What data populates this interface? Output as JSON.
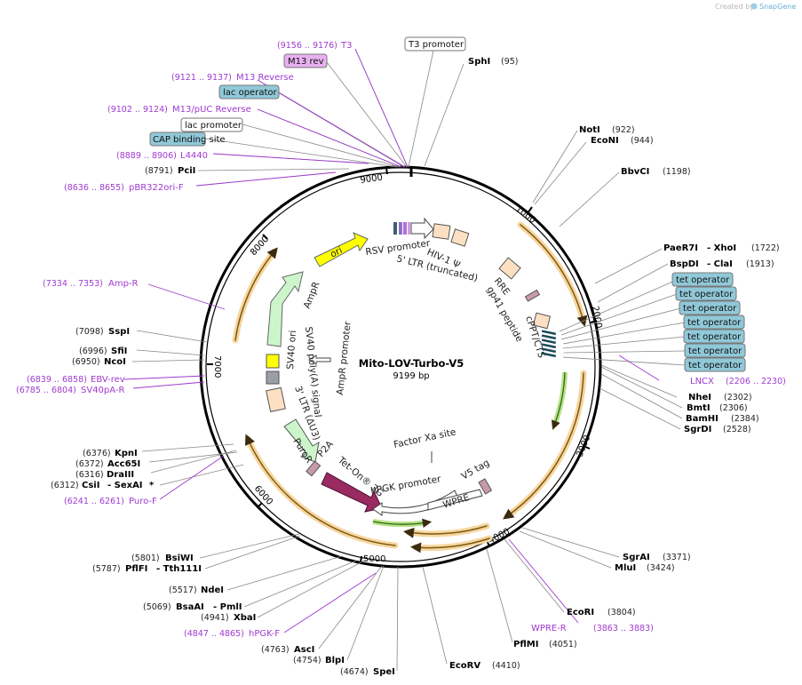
{
  "header": {
    "credit_prefix": "Created by",
    "credit_app": "SnapGene"
  },
  "plasmid": {
    "name": "Mito-LOV-Turbo-V5",
    "length": "9199 bp"
  },
  "ticks": [
    "1000",
    "2000",
    "3000",
    "4000",
    "5000",
    "6000",
    "7000",
    "8000",
    "9000"
  ],
  "labels": {
    "t3_pos": "(9156 .. 9176)",
    "t3": "T3",
    "t3_promoter": "T3 promoter",
    "m13rev": "M13 rev",
    "m13rev_f_pos": "(9121 .. 9137)",
    "m13rev_f": "M13 Reverse",
    "lac_operator": "lac operator",
    "m13puc_pos": "(9102 .. 9124)",
    "m13puc": "M13/pUC Reverse",
    "lac_promoter": "lac promoter",
    "cap_site": "CAP binding site",
    "l4440_pos": "(8889 .. 8906)",
    "l4440": "L4440",
    "pcii_pos": "(8791)",
    "pcii": "PciI",
    "pbr_pos": "(8636 .. 8655)",
    "pbr": "pBR322ori-F",
    "sphi": "SphI",
    "sphi_pos": "(95)",
    "noti": "NotI",
    "noti_pos": "(922)",
    "econi": "EcoNI",
    "econi_pos": "(944)",
    "bbvci": "BbvCI",
    "bbvci_pos": "(1198)",
    "paer7i": "PaeR7I",
    "xhoi": "- XhoI",
    "xhoi_pos": "(1722)",
    "bspdi": "BspDI",
    "clai": "- ClaI",
    "clai_pos": "(1913)",
    "tet_operator": "tet operator",
    "lncx": "LNCX",
    "lncx_pos": "(2206 .. 2230)",
    "nhei": "NheI",
    "nhei_pos": "(2302)",
    "bmti": "BmtI",
    "bmti_pos": "(2306)",
    "bamhi": "BamHI",
    "bamhi_pos": "(2384)",
    "sgrdi": "SgrDI",
    "sgrdi_pos": "(2528)",
    "sgrai": "SgrAI",
    "sgrai_pos": "(3371)",
    "mlui": "MluI",
    "mlui_pos": "(3424)",
    "ecori": "EcoRI",
    "ecori_pos": "(3804)",
    "wpre_r": "WPRE-R",
    "wpre_r_pos": "(3863 .. 3883)",
    "pflmi": "PflMI",
    "pflmi_pos": "(4051)",
    "ecorv": "EcoRV",
    "ecorv_pos": "(4410)",
    "spei": "SpeI",
    "spei_pos": "(4674)",
    "blpi": "BlpI",
    "blpi_pos": "(4754)",
    "asci": "AscI",
    "asci_pos": "(4763)",
    "hpgkf": "hPGK-F",
    "hpgkf_pos": "(4847 .. 4865)",
    "xbai": "XbaI",
    "xbai_pos": "(4941)",
    "bsaai": "BsaAI",
    "pmli": "- PmlI",
    "bsaai_pos": "(5069)",
    "ndei": "NdeI",
    "ndei_pos": "(5517)",
    "pflfi": "PflFI",
    "tth111i": "- Tth111I",
    "pflfi_pos": "(5787)",
    "bsiwi": "BsiWI",
    "bsiwi_pos": "(5801)",
    "purof": "Puro-F",
    "purof_pos": "(6241 .. 6261)",
    "csii": "CsiI",
    "sexai": "- SexAI",
    "star": "*",
    "csii_pos": "(6312)",
    "draiii": "DraIII",
    "draiii_pos": "(6316)",
    "acc65i": "Acc65I",
    "acc65i_pos": "(6372)",
    "kpni": "KpnI",
    "kpni_pos": "(6376)",
    "sv40par": "SV40pA-R",
    "sv40par_pos": "(6785 .. 6804)",
    "ebvrev": "EBV-rev",
    "ebvrev_pos": "(6839 .. 6858)",
    "ncoi": "NcoI",
    "ncoi_pos": "(6950)",
    "sfii": "SfiI",
    "sfii_pos": "(6996)",
    "sspi": "SspI",
    "sspi_pos": "(7098)",
    "ampr_primer": "Amp-R",
    "ampr_primer_pos": "(7334 .. 7353)"
  },
  "features": {
    "ori": "ori",
    "ampr": "AmpR",
    "ampr_promoter": "AmpR promoter",
    "sv40_ori": "SV40 ori",
    "sv40_polya": "SV40 poly(A) signal",
    "ltr3": "3' LTR (ΔU3)",
    "puror": "PuroR",
    "p2a": "P2A",
    "teton": "Tet-On® 3G",
    "hpgk_promoter": "hPGK promoter",
    "wpre": "WPRE",
    "v5tag": "V5 tag",
    "factor_xa": "Factor Xa site",
    "rsv_promoter": "RSV promoter",
    "ltr5": "5' LTR (truncated)",
    "hiv_psi": "HIV-1 Ψ",
    "rre": "RRE",
    "gp41": "gp41 peptide",
    "cppt": "cPPT/CTS"
  },
  "colors": {
    "purple_label": "#a03ad0",
    "ori_yellow": "#ffff00",
    "amp_green": "#ccf5cc",
    "tet_magenta": "#9a2a62",
    "cds_orange": "#f0a830",
    "ltr_peach": "#fde0c4",
    "operator_blue": "#90c8d8"
  }
}
